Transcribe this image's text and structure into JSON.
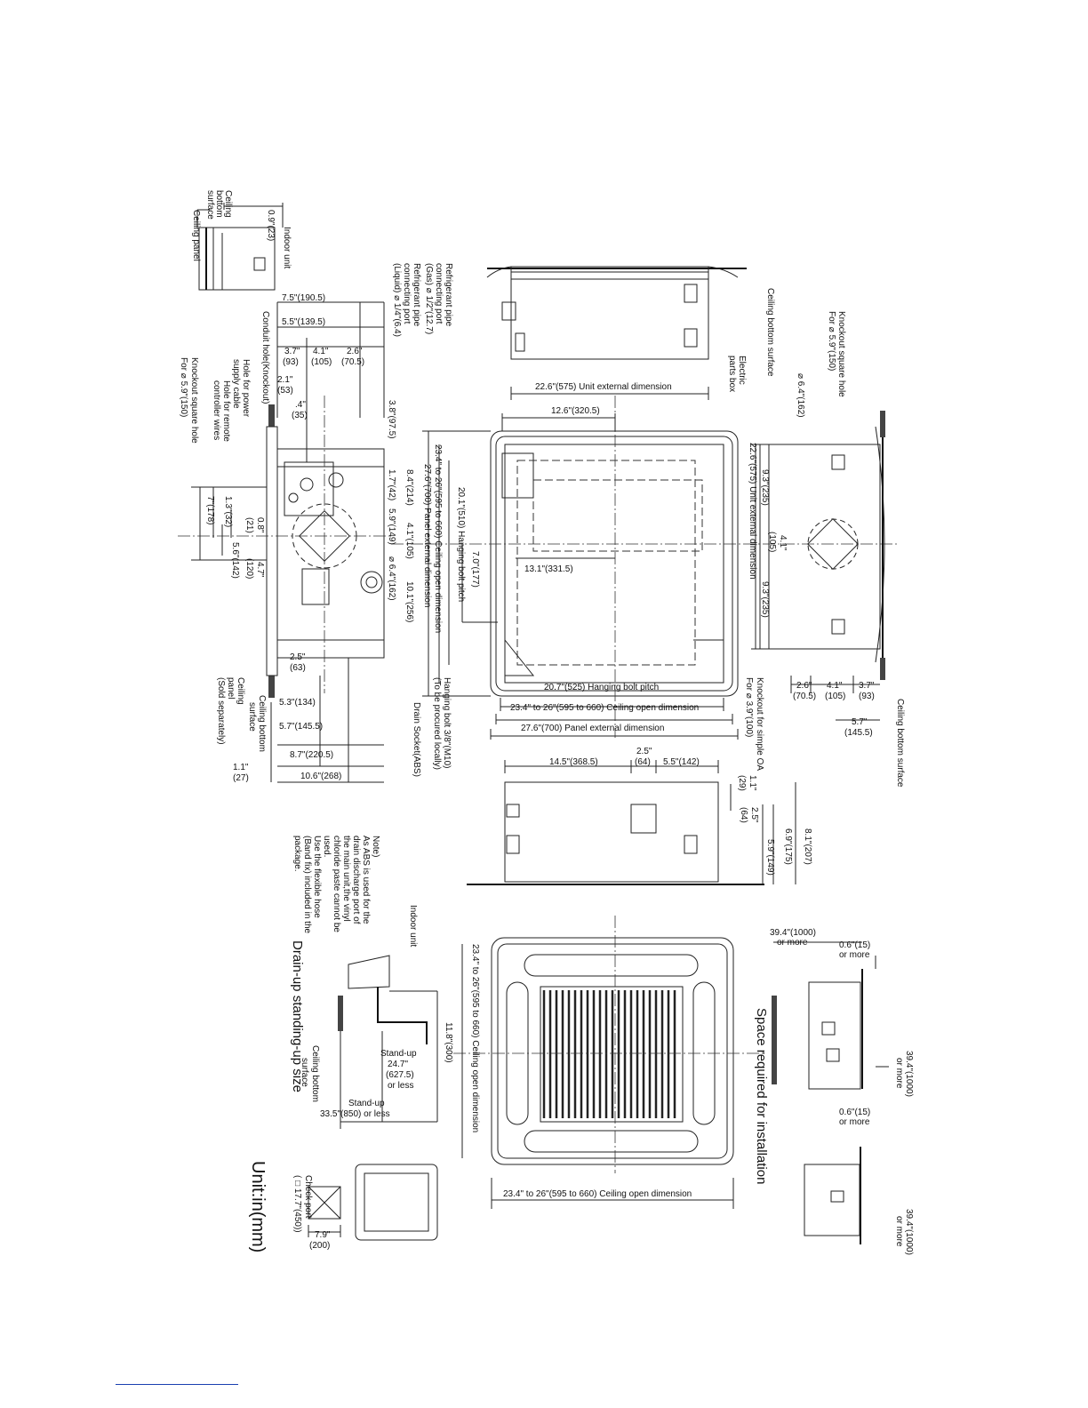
{
  "dimensions": {
    "d1": "0.9\"(23)",
    "d2": "7.5\"(190.5)",
    "d3": "5.5\"(139.5)",
    "d4": "3.7\"",
    "d5": "(93)",
    "d6": "4.1\"",
    "d7": "(105)",
    "d8": "2.6\"",
    "d9": "(70.5)",
    "d10": "2.1\"",
    "d11": "(53)",
    "d12": ".4\"",
    "d13": "(35)",
    "d14": "3.8\"(97.5)",
    "d15": "8.4\"(214)",
    "d16": "1.7\"(42)",
    "d17": "5.9\"(149)",
    "d18": "4.1\"(105)",
    "d19": "10.1\"(256)",
    "d20": "2.5\"",
    "d21": "(63)",
    "d22": "5.3\"(134)",
    "d23": "5.7\"(145.5)",
    "d24": "8.7\"(220.5)",
    "d25": "10.6\"(268)",
    "d26": "1.1\"",
    "d27": "(27)",
    "d28": "7\"(178)",
    "d29": "1.3\"(32)",
    "d30": "0.8\"",
    "d31": "(21)",
    "d32": "5.6\"(142)",
    "d33": "4.7\"",
    "d34": "(120)",
    "d35": "22.6\"(575) Unit external dimension",
    "d36": "12.6\"(320.5)",
    "d37": "23.4\" to 26\"(595 to 660) Ceiling open dimension",
    "d38": "27.6\"(700) Panel external dimension",
    "d39": "20.1\"(510) Hanging bolt pitch",
    "d40": "7.0\"(177)",
    "d41": "13.1\"(331.5)",
    "d42": "20.7\"(525) Hanging bolt pitch",
    "d43": "23.4\" to 26\"(595 to 660) Ceiling open dimension",
    "d44": "27.6\"(700) Panel external dimension",
    "d45": "22.6\"(575) Unit external dimension",
    "d46": "9.3\"(235)",
    "d47": "4.1\"",
    "d48": "(105)",
    "d49": "9.3\"(235)",
    "d50": "2.6\"",
    "d51": "(70.5)",
    "d52": "4.1\"",
    "d53": "(105)",
    "d54": "3.7\"",
    "d55": "(93)",
    "d56": "5.7\"",
    "d57": "(145.5)",
    "d58": "14.5\"(368.5)",
    "d59": "2.5\"",
    "d60": "(64)",
    "d61": "5.5\"(142)",
    "d62": "1.1\"",
    "d63": "(29)",
    "d64": "2.5\"",
    "d65": "(64)",
    "d66": "5.9\"(149)",
    "d67": "6.9\"(175)",
    "d68": "8.1\"(207)",
    "d69": "23.4\" to 26\"(595 to 660) Ceiling open dimension",
    "d70": "23.4\" to 26\"(595 to 660) Ceiling open dimension",
    "d71": "11.8\"(300)",
    "d72": "Stand-up",
    "d73": "24.7\"",
    "d74": "(627.5)",
    "d75": "or less",
    "d76": "Stand-up",
    "d77": "33.5\"(850) or less",
    "d78": "7.9\"",
    "d79": "(200)",
    "d80": "39.4\"(1000)",
    "d81": "or more",
    "d82": "0.6\"(15)",
    "d83": "or more",
    "d84": "39.4\"(1000)",
    "d85": "or more",
    "d86": "0.6\"(15)",
    "d87": "or more",
    "d88": "39.4\"(1000)",
    "d89": "or more"
  },
  "labels": {
    "indoor_unit_top": "Indoor unit",
    "ceiling_bottom_surface_1": "Ceiling",
    "ceiling_bottom_surface_2": "bottom",
    "ceiling_bottom_surface_3": "surface",
    "ceiling_panel_small": "Ceiling panel",
    "refrig_gas_1": "Refrigerant pipe",
    "refrig_gas_2": "connecting port",
    "refrig_gas_3": "(Gas) ⌀ 1/2\"(12.7)",
    "refrig_liq_1": "Refrigerant pipe",
    "refrig_liq_2": "connecting port",
    "refrig_liq_3": "(Liquid) ⌀ 1/4\"(6.4)",
    "ceiling_bottom_top": "Ceiling bottom surface",
    "electric_box_1": "Electric",
    "electric_box_2": "parts box",
    "knockout_square_1": "Knockout square hole",
    "knockout_square_2": "For ⌀ 5.9\"(150)",
    "dia_top": "⌀ 6.4\"(162)",
    "conduit": "Conduit hole(Knockout)",
    "power_supply_1": "Hole for power",
    "power_supply_2": "supply cable",
    "remote_1": "Hole for remote",
    "remote_2": "controller wires",
    "knockout_left_1": "Knockout square hole",
    "knockout_left_2": "For ⌀ 5.9\"(150)",
    "dia_left": "⌀ 6.4\"(162)",
    "hanging_bolt_1": "Hanging bolt 3/8\"(M10)",
    "hanging_bolt_2": "(To be procured locally)",
    "drain_socket": "Drain Socket(ABS)",
    "ceiling_bottom_l1": "Ceiling bottom",
    "ceiling_bottom_l2": "surface",
    "ceiling_panel_l1": "Ceiling",
    "ceiling_panel_l2": "panel",
    "ceiling_panel_l3": "(Sold separately)",
    "ceiling_bottom_right": "Ceiling bottom surface",
    "knockout_oa_1": "Knockout for simple OA",
    "knockout_oa_2": "For ⌀ 3.9\"(100)",
    "note_title": "Note)",
    "note_1": "As ABS is used for the",
    "note_2": "drain discharge port of",
    "note_3": "the main unit,the vinyl",
    "note_4": "chloride paste cannot be",
    "note_5": "used.",
    "note_6": "Use the flexible hose",
    "note_7": "(Band fix) included in the",
    "note_8": "package.",
    "indoor_unit_drain": "Indoor unit",
    "ceiling_bottom_d1": "Ceiling bottom",
    "ceiling_bottom_d2": "surface",
    "drain_title": "Drain-up standing-up size",
    "space_title": "Space required for installation",
    "unit": "Unit:in(mm)",
    "check_port_1": "Check port",
    "check_port_2": "( □ 17.7\"(450))"
  }
}
